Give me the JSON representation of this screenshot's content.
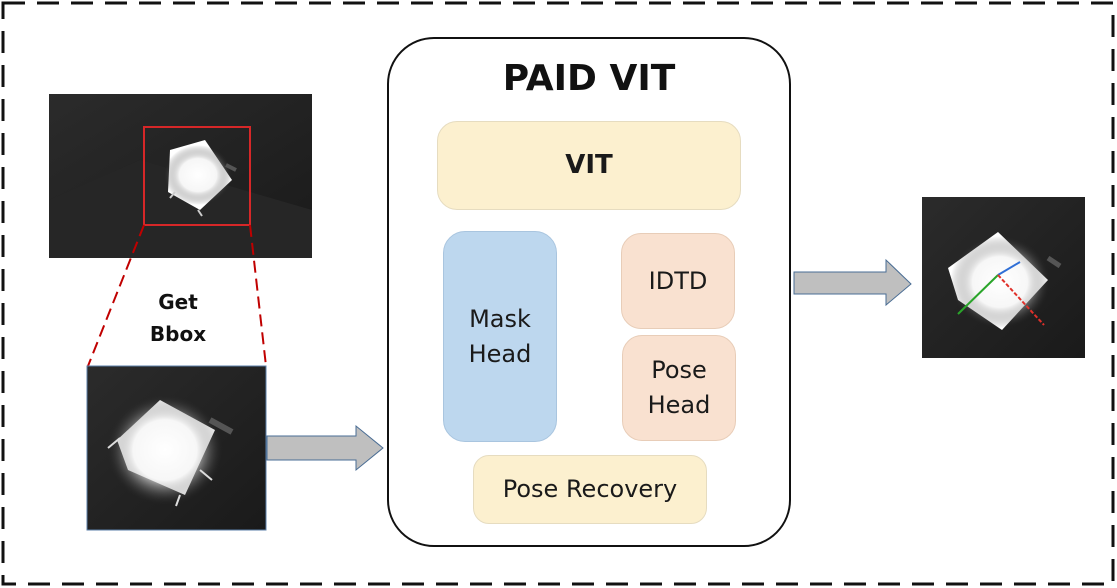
{
  "diagram": {
    "title": "PAID VIT",
    "get_bbox_label": "Get\nBbox",
    "blocks": {
      "vit": "VIT",
      "mask_head": "Mask\nHead",
      "idtd": "IDTD",
      "pose_head": "Pose\nHead",
      "pose_recovery": "Pose Recovery"
    },
    "colors": {
      "vit": "#FCF0CF",
      "mask_head": "#BDD7EE",
      "idtd": "#F9E1D0",
      "pose_head": "#F9E1D0",
      "pose_recovery": "#FCF0CF",
      "arrow": "#BFBFBF",
      "bbox": "#D62728"
    },
    "images": {
      "input": "input-image",
      "crop": "cropped-image",
      "output": "output-pose-image"
    }
  }
}
